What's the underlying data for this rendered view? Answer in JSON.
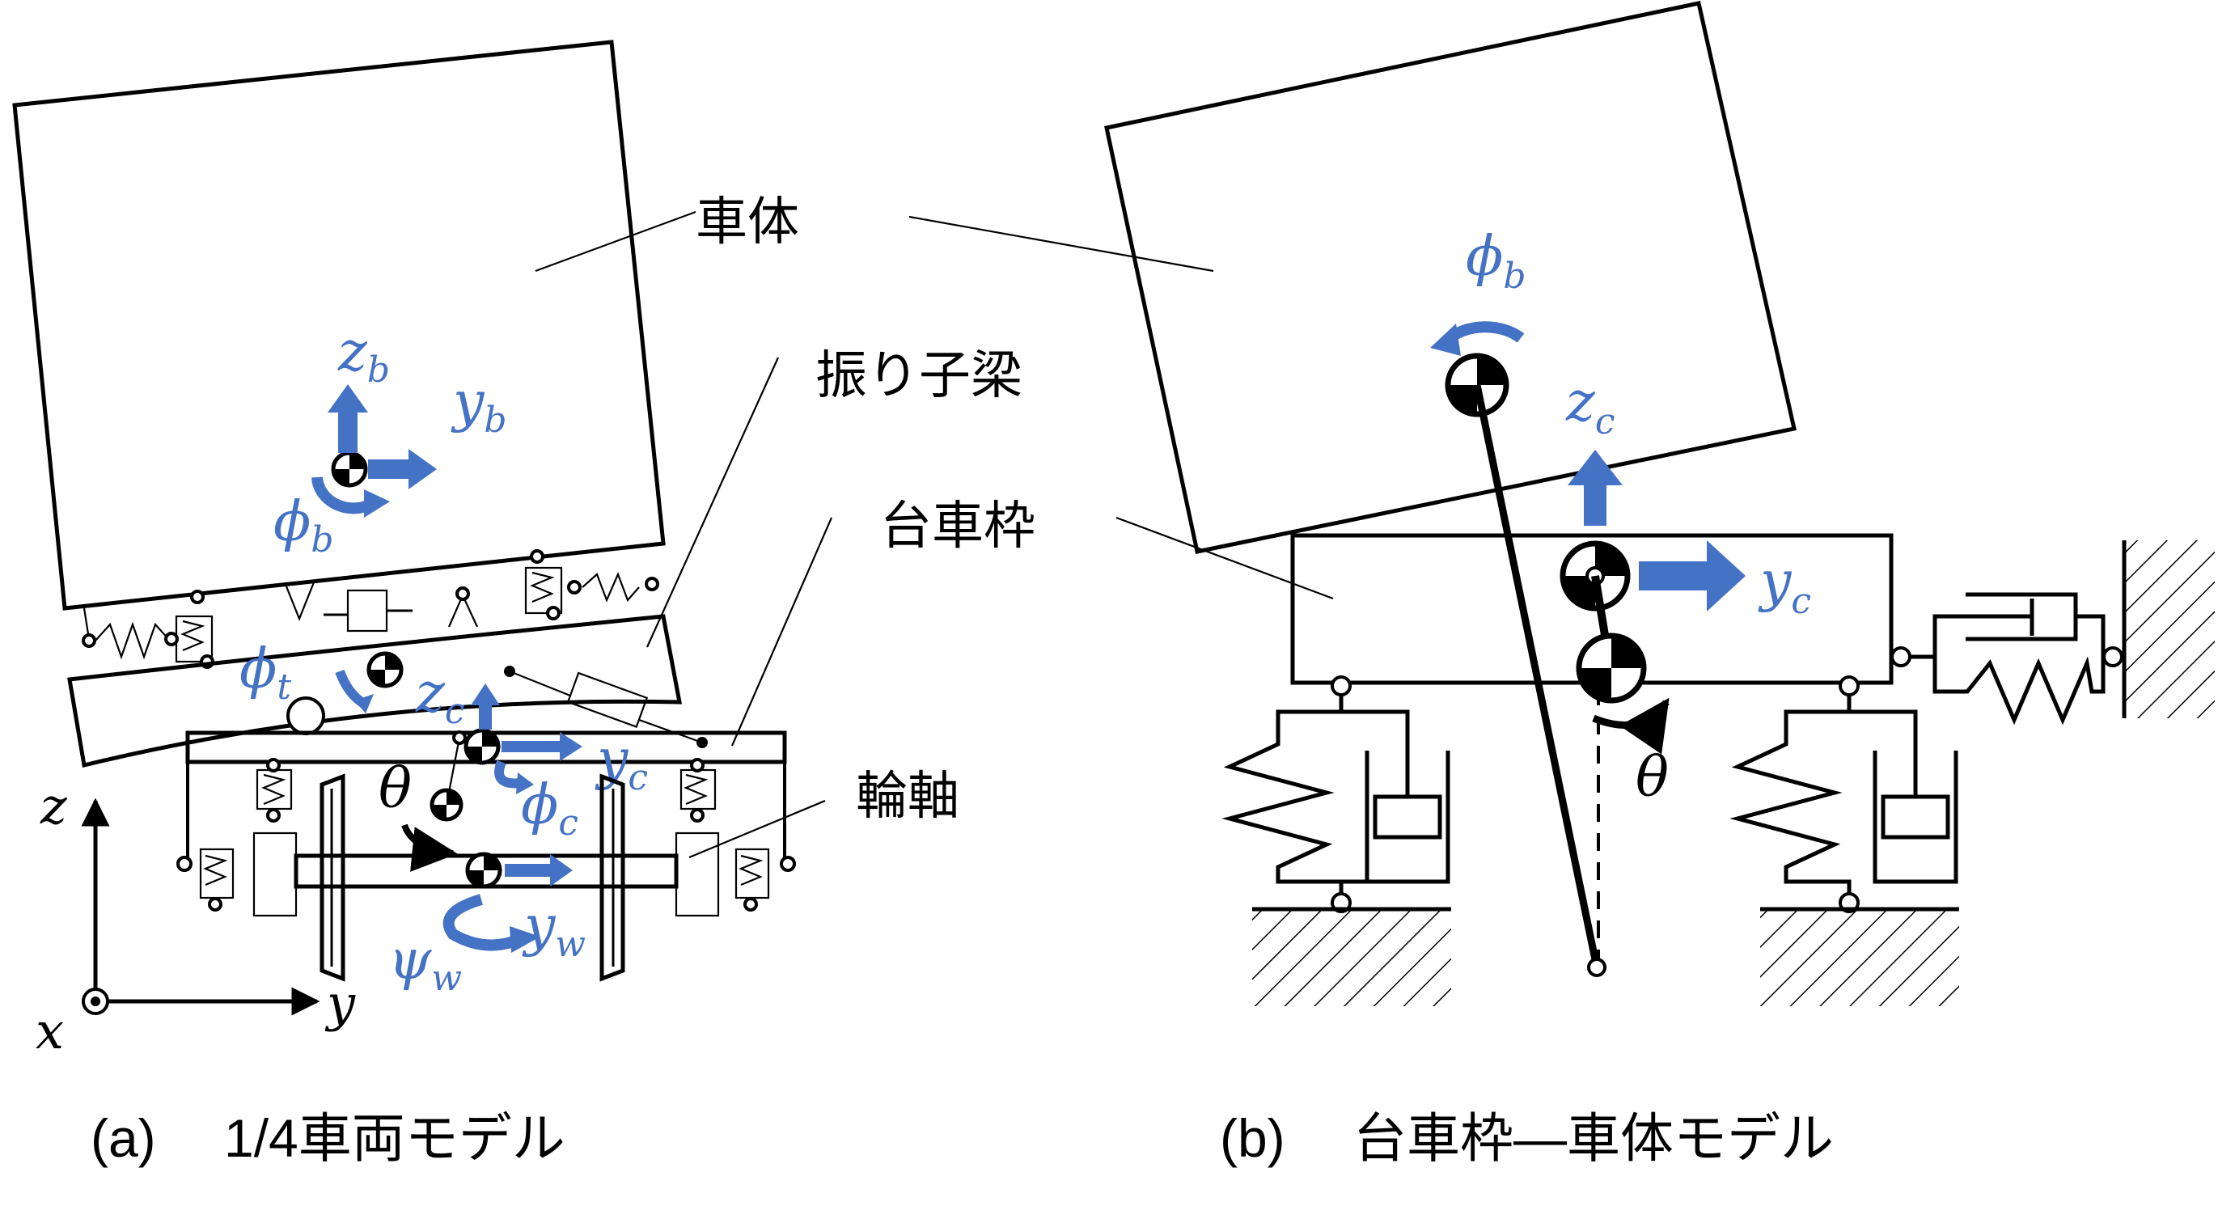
{
  "labels": {
    "car_body": "車体",
    "pendulum_beam": "振り子梁",
    "bogie_frame": "台車枠",
    "wheelset": "輪軸"
  },
  "captions": {
    "a": "(a)　 1/4車両モデル",
    "b": "(b)　 台車枠—車体モデル"
  },
  "variables": {
    "zb": "z",
    "zb_sub": "b",
    "yb": "y",
    "yb_sub": "b",
    "phib_a": "ϕ",
    "phib_a_sub": "b",
    "phit": "ϕ",
    "phit_sub": "t",
    "zc_a": "z",
    "zc_a_sub": "c",
    "yc_a": "y",
    "yc_a_sub": "c",
    "phic": "ϕ",
    "phic_sub": "c",
    "theta_a": "θ",
    "yw": "y",
    "yw_sub": "w",
    "psiw": "ψ",
    "psiw_sub": "w",
    "phib_b": "ϕ",
    "phib_b_sub": "b",
    "zc_b": "z",
    "zc_b_sub": "c",
    "yc_b": "y",
    "yc_b_sub": "c",
    "theta_b": "θ"
  },
  "axes": {
    "z": "z",
    "y": "y",
    "x": "x"
  },
  "colors": {
    "accent": "#4472c4",
    "line": "#000000"
  }
}
